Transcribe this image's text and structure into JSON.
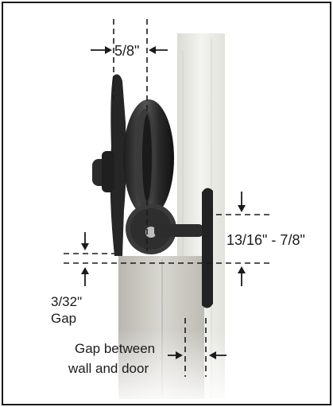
{
  "labels": {
    "top_measure": "5/8\"",
    "clearance_range": "13/16\" - 7/8\"",
    "gap_measure": "3/32\"",
    "gap_word": "Gap",
    "wall_gap_line1": "Gap between",
    "wall_gap_line2": "wall and door"
  },
  "colors": {
    "frame": "#1a1a1a",
    "hardware": "#2a2a2a",
    "door": "#c9c7c1",
    "wall": "#eeeeea",
    "dash": "#1b1b1b"
  }
}
